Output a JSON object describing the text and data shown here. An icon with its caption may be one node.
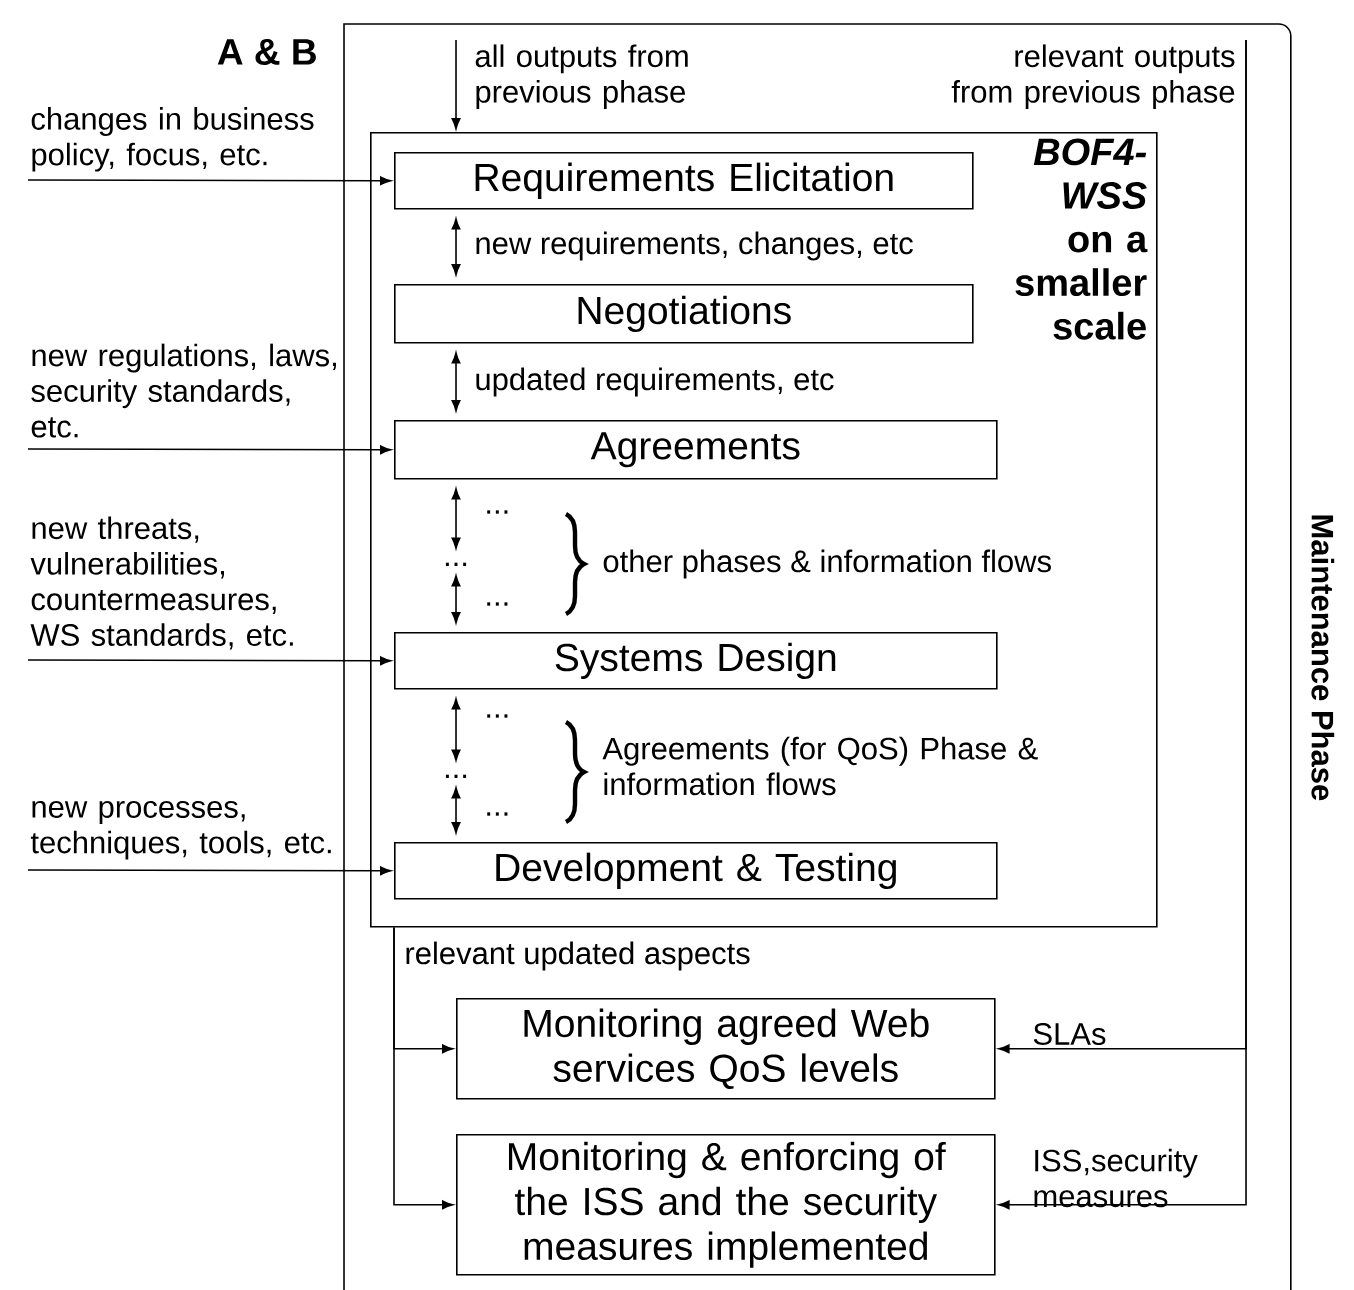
{
  "diagram": {
    "nodes": [
      {
        "text": [
          "Maintenance Phase"
        ]
      },
      {
        "text": [
          "*BOF4-WSS* on a smaller scale"
        ],
        "in": 0
      },
      {
        "text": [
          "Requirements Elicitation"
        ],
        "in": 1
      },
      {
        "text": [
          "Negotiations"
        ],
        "in": 1
      },
      {
        "text": [
          "Agreements"
        ],
        "in": 1
      },
      {
        "text": [
          "Systems Design"
        ],
        "in": 1
      },
      {
        "text": [
          "Development & Testing"
        ],
        "in": 1
      },
      {
        "text": [
          "Monitoring agreed Web services QoS levels"
        ],
        "in": 0
      },
      {
        "text": [
          "Monitoring & enforcing of the ISS and the security measures implemented"
        ],
        "in": 0
      },
      {
        "text": [
          "..."
        ],
        "in": 1
      },
      {
        "text": [
          "..."
        ],
        "in": 1
      },
      {
        "text": [
          "relevant outputs from previous phase"
        ],
        "in": 0
      }
    ],
    "edges": [
      {
        "from": null,
        "to": 2,
        "arrow": "to",
        "label": "changes in business policy, focus, etc."
      },
      {
        "from": null,
        "to": 4,
        "arrow": "to",
        "label": "new regulations, laws, security standards, etc."
      },
      {
        "from": null,
        "to": 5,
        "arrow": "to",
        "label": "new threats, vulnerabilities, countermeasures, WS standards, etc."
      },
      {
        "from": null,
        "to": 6,
        "arrow": "to",
        "label": "new processes, techniques, tools, etc."
      },
      {
        "from": null,
        "to": 1,
        "arrow": "to",
        "label": "all outputs from previous phase"
      },
      {
        "from": 2,
        "to": 3,
        "arrow": "both",
        "label": "new requirements, changes, etc"
      },
      {
        "from": 3,
        "to": 4,
        "arrow": "both",
        "label": "updated requirements, etc"
      },
      {
        "from": 4,
        "to": 9,
        "arrow": "both",
        "label": "..."
      },
      {
        "from": 9,
        "to": 5,
        "arrow": "both",
        "label": "..."
      },
      {
        "from": 5,
        "to": 10,
        "arrow": "both",
        "label": "..."
      },
      {
        "from": 10,
        "to": 6,
        "arrow": "both",
        "label": "..."
      },
      {
        "from": 1,
        "to": 7,
        "arrow": "to"
      },
      {
        "from": 1,
        "to": 8,
        "arrow": "to"
      },
      {
        "from": 11,
        "to": 7,
        "arrow": "to",
        "label": "SLAs"
      },
      {
        "from": 11,
        "to": 8,
        "arrow": "to",
        "label": "ISS,security measures"
      }
    ],
    "labels": [
      "A & B",
      "other phases & information flows",
      "Agreements (for QoS) Phase & information flows",
      "relevant updated aspects"
    ]
  }
}
